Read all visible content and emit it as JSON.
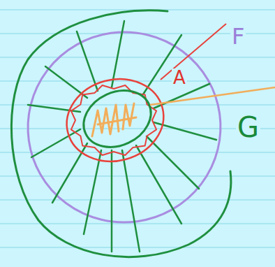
{
  "diagram": {
    "labels": [
      "F",
      "A",
      "G"
    ]
  }
}
